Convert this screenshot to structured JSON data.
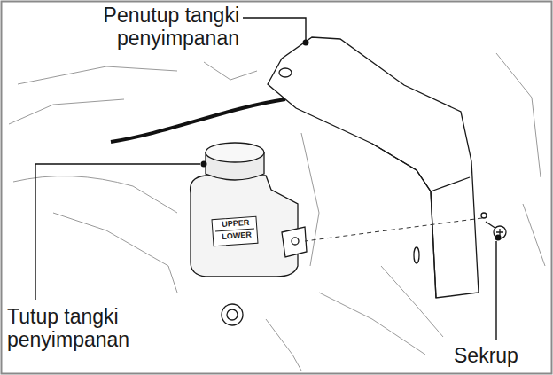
{
  "diagram": {
    "labels": [
      "Penutup tangki penyimpanan",
      "Tutup tangki penyimpanan",
      "Sekrup",
      "UPPER",
      "LOWER"
    ]
  }
}
